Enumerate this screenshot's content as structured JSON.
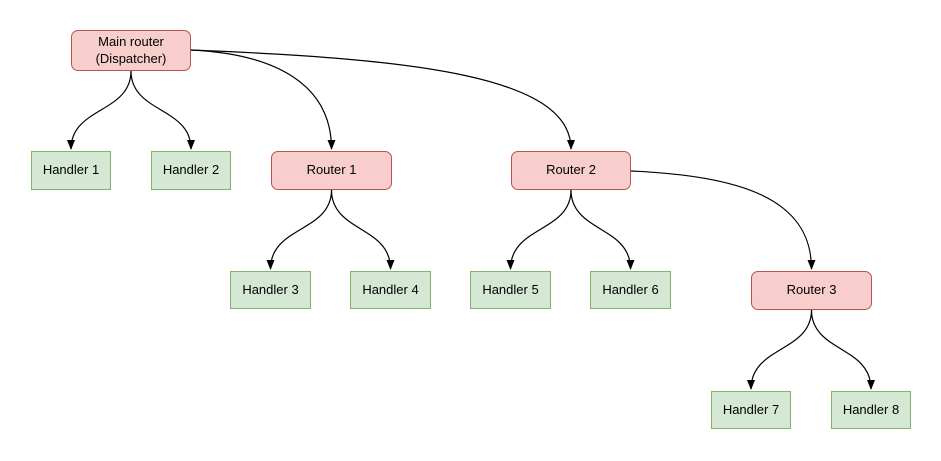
{
  "colors": {
    "router_fill": "#f8cecc",
    "router_border": "#b85450",
    "handler_fill": "#d5e8d4",
    "handler_border": "#82b366",
    "edge_color": "#000000",
    "canvas_bg": "#ffffff",
    "text_color": "#000000"
  },
  "nodes": {
    "main_router": {
      "line1": "Main router",
      "line2": "(Dispatcher)"
    },
    "router1": {
      "label": "Router 1"
    },
    "router2": {
      "label": "Router 2"
    },
    "router3": {
      "label": "Router 3"
    },
    "handler1": {
      "label": "Handler 1"
    },
    "handler2": {
      "label": "Handler 2"
    },
    "handler3": {
      "label": "Handler 3"
    },
    "handler4": {
      "label": "Handler 4"
    },
    "handler5": {
      "label": "Handler 5"
    },
    "handler6": {
      "label": "Handler 6"
    },
    "handler7": {
      "label": "Handler 7"
    },
    "handler8": {
      "label": "Handler 8"
    }
  },
  "edges": [
    {
      "from": "main_router",
      "to": "handler1"
    },
    {
      "from": "main_router",
      "to": "handler2"
    },
    {
      "from": "main_router",
      "to": "router1"
    },
    {
      "from": "main_router",
      "to": "router2"
    },
    {
      "from": "router1",
      "to": "handler3"
    },
    {
      "from": "router1",
      "to": "handler4"
    },
    {
      "from": "router2",
      "to": "handler5"
    },
    {
      "from": "router2",
      "to": "handler6"
    },
    {
      "from": "router2",
      "to": "router3"
    },
    {
      "from": "router3",
      "to": "handler7"
    },
    {
      "from": "router3",
      "to": "handler8"
    }
  ]
}
